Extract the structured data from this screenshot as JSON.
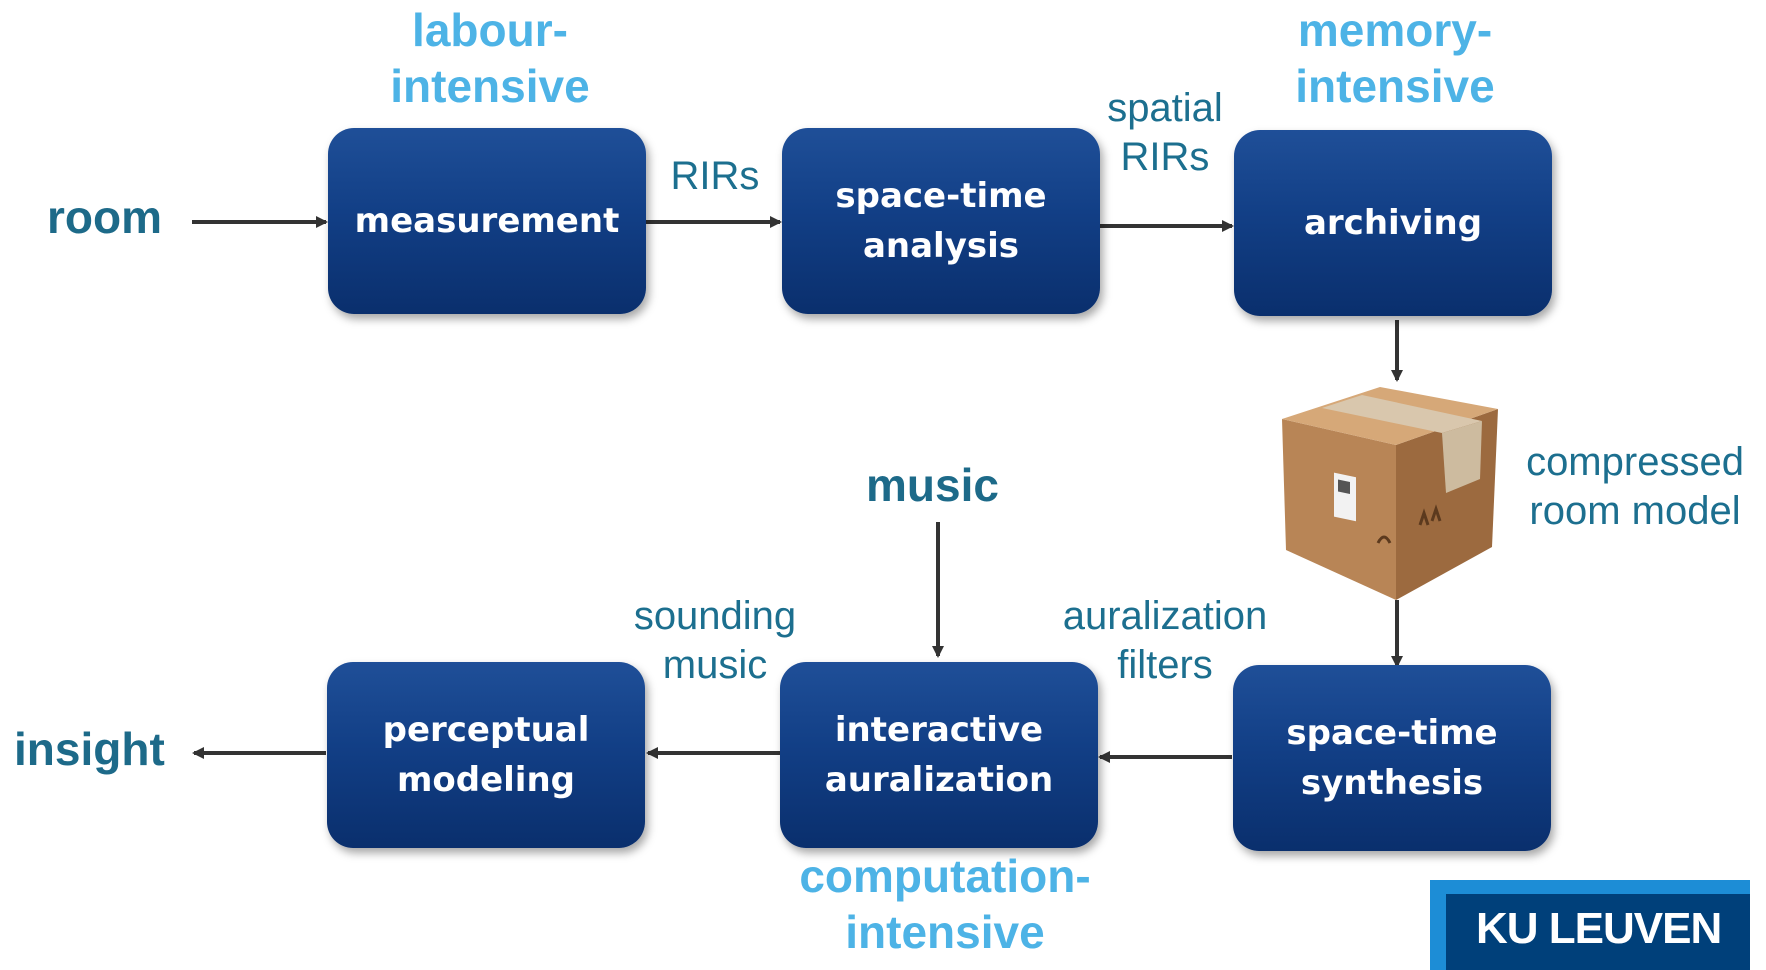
{
  "boxes": {
    "measurement": "measurement",
    "analysis": "space-time\nanalysis",
    "archiving": "archiving",
    "synthesis": "space-time\nsynthesis",
    "auralization": "interactive\nauralization",
    "perceptual": "perceptual\nmodeling"
  },
  "emphasis": {
    "labour": "labour-\nintensive",
    "memory": "memory-\nintensive",
    "computation": "computation-\nintensive"
  },
  "flows": {
    "rirs": "RIRs",
    "spatial_rirs": "spatial\nRIRs",
    "compressed": "compressed\nroom model",
    "auralization_filters": "auralization\nfilters",
    "sounding_music": "sounding\nmusic"
  },
  "io": {
    "room": "room",
    "music": "music",
    "insight": "insight"
  },
  "logo": "KU LEUVEN",
  "colors": {
    "box_fill": "#123f86",
    "emphasis_text": "#4db3e6",
    "flow_text": "#1c6f8f",
    "io_text": "#1d6a89",
    "arrow": "#333333"
  }
}
